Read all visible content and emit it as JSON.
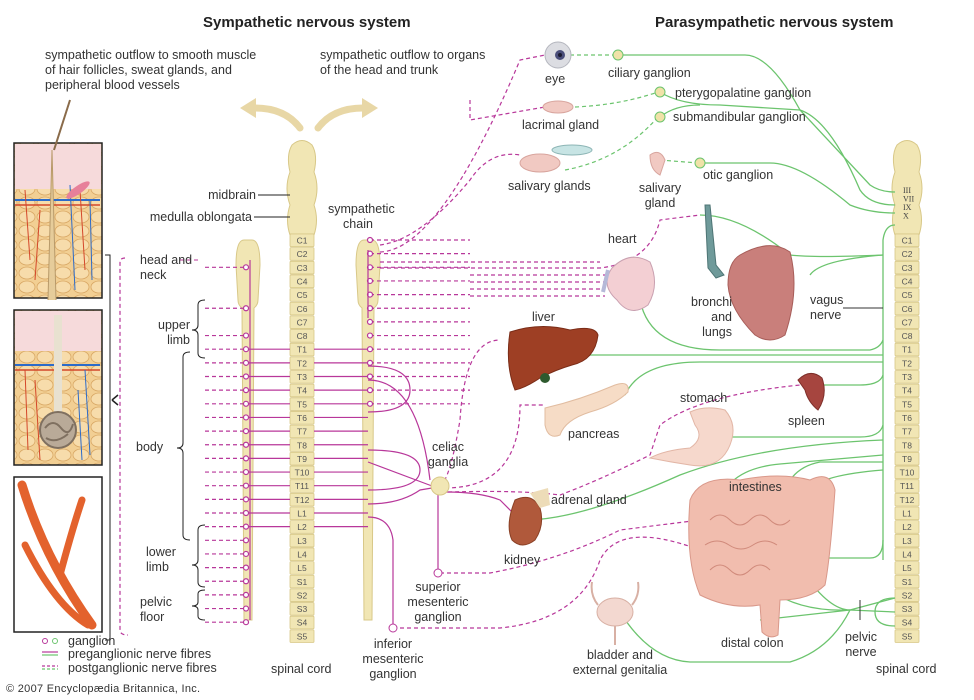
{
  "titles": {
    "sympathetic": "Sympathetic nervous system",
    "parasympathetic": "Parasympathetic nervous system"
  },
  "captions": {
    "outflow_skin": [
      "sympathetic outflow to smooth muscle",
      "of hair follicles, sweat glands, and",
      "peripheral blood vessels"
    ],
    "outflow_organs": [
      "sympathetic outflow to organs",
      "of the head and trunk"
    ]
  },
  "brain_labels": {
    "midbrain": "midbrain",
    "medulla": "medulla oblongata",
    "sympathetic_chain": [
      "sympathetic",
      "chain"
    ]
  },
  "body_regions": {
    "head_neck": [
      "head and",
      "neck"
    ],
    "upper_limb": [
      "upper",
      "limb"
    ],
    "body": "body",
    "lower_limb": [
      "lower",
      "limb"
    ],
    "pelvic_floor": [
      "pelvic",
      "floor"
    ]
  },
  "segments": [
    "C1",
    "C2",
    "C3",
    "C4",
    "C5",
    "C6",
    "C7",
    "C8",
    "T1",
    "T2",
    "T3",
    "T4",
    "T5",
    "T6",
    "T7",
    "T8",
    "T9",
    "T10",
    "T11",
    "T12",
    "L1",
    "L2",
    "L3",
    "L4",
    "L5",
    "S1",
    "S2",
    "S3",
    "S4",
    "S5"
  ],
  "cranial_nerves": [
    "III",
    "VII",
    "IX",
    "X"
  ],
  "ganglia": {
    "celiac": [
      "celiac",
      "ganglia"
    ],
    "superior_mesenteric": [
      "superior",
      "mesenteric",
      "ganglion"
    ],
    "inferior_mesenteric": [
      "inferior",
      "mesenteric",
      "ganglion"
    ],
    "ciliary": "ciliary ganglion",
    "pterygopalatine": "pterygopalatine ganglion",
    "submandibular": "submandibular ganglion",
    "otic": "otic ganglion"
  },
  "organs": {
    "eye": "eye",
    "lacrimal": "lacrimal gland",
    "salivary_glands": "salivary glands",
    "salivary_gland": [
      "salivary",
      "gland"
    ],
    "heart": "heart",
    "bronchi": [
      "bronchi",
      "and",
      "lungs"
    ],
    "liver": "liver",
    "pancreas": "pancreas",
    "stomach": "stomach",
    "spleen": "spleen",
    "adrenal": "adrenal gland",
    "kidney": "kidney",
    "intestines": "intestines",
    "distal_colon": "distal colon",
    "bladder": [
      "bladder and",
      "external genitalia"
    ]
  },
  "nerves": {
    "vagus": [
      "vagus",
      "nerve"
    ],
    "pelvic": [
      "pelvic",
      "nerve"
    ]
  },
  "spinal_cord_label": "spinal cord",
  "legend": {
    "ganglion": "ganglion",
    "pre": "preganglionic nerve fibres",
    "post": "postganglionic nerve fibres"
  },
  "colors": {
    "sympathetic": "#b8379a",
    "parasympathetic": "#6cc46e",
    "cord": "#f1e6b4",
    "cord_edge": "#d8c888"
  },
  "copyright": "© 2007 Encyclopædia Britannica, Inc."
}
